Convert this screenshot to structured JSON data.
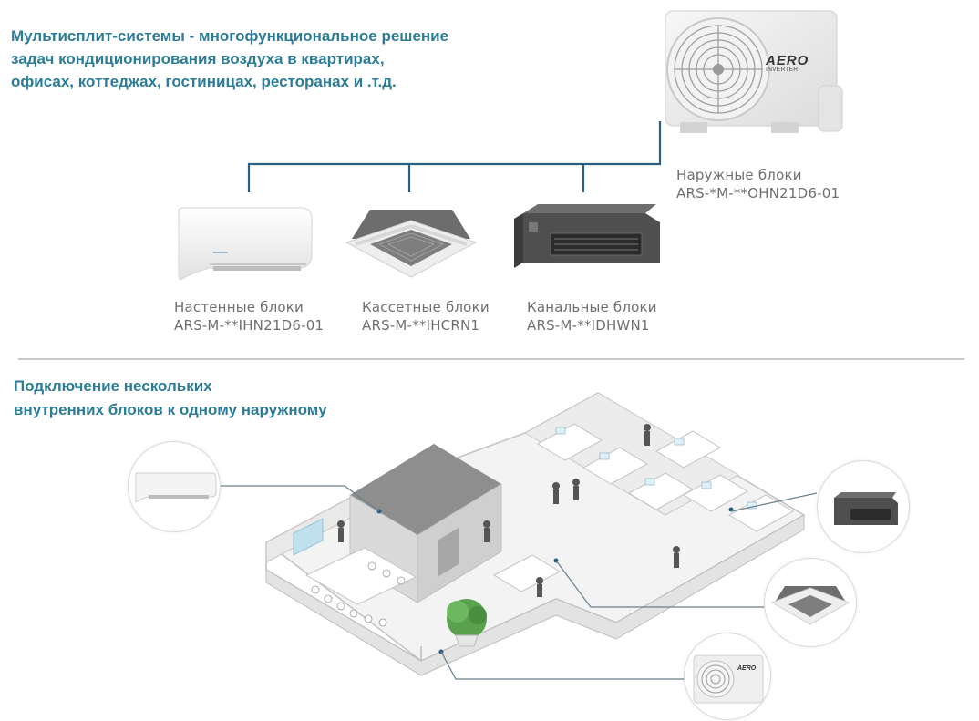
{
  "intro": {
    "lines": [
      "Мультисплит-системы - многофункциональное решение",
      "задач кондиционирования воздуха в квартирах,",
      "офисах, коттеджах, гостиницах, ресторанах и .т.д."
    ]
  },
  "outdoor_unit": {
    "brand": "AERO",
    "brand_sub": "INVERTER",
    "label": "Наружные блоки",
    "model": "ARS-*M-**OHN21D6-01"
  },
  "indoor_units": [
    {
      "label": "Настенные блоки",
      "model": "ARS-M-**IHN21D6-01"
    },
    {
      "label": "Кассетные блоки",
      "model": "ARS-M-**IHCRN1"
    },
    {
      "label": "Канальные блоки",
      "model": "ARS-M-**IDHWN1"
    }
  ],
  "connection": {
    "lines": [
      "Подключение нескольких",
      "внутренних блоков к одному наружному"
    ]
  },
  "colors": {
    "heading": "#2c7c98",
    "connector": "#2a5f80",
    "caption": "#6f6f6f",
    "divider": "#c8c8c8"
  }
}
